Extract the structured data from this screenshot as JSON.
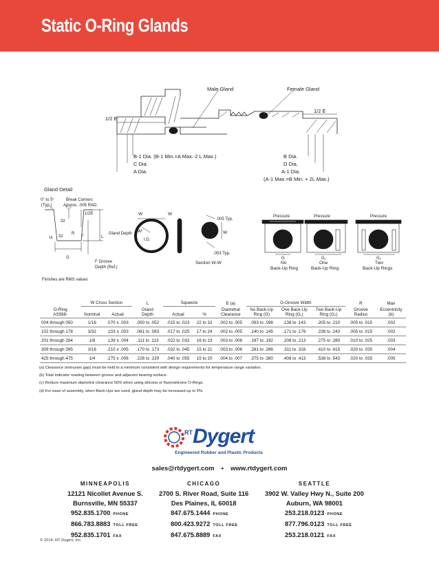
{
  "title": "Static O-Ring Glands",
  "gland_diagram": {
    "male_gland": "Male Gland",
    "female_gland": "Female Gland",
    "half_e_left": "1/2 E",
    "half_e_right": "1/2 E",
    "b1_dia": "B-1 Dia. (B-1 Min.=A Max.-2 L Max.)",
    "c_dia": "C Dia.",
    "a_dia": "A Dia.",
    "b_dia": "B Dia.",
    "d_dia": "D Dia.",
    "a1_dia": "A-1 Dia.",
    "a1_note": "(A-1 Max.=B Min. + 2L Max.)"
  },
  "gland_detail": {
    "title": "Gland Detail",
    "angle": "0° to 5°",
    "typ": "(Typ.)",
    "break_corners": "Break Corners",
    "approx_rad": "Approx. .005 RAD.",
    "half_e": "1/2E",
    "angle_32a": "32",
    "angle_32b": "32",
    "angle_16": "16",
    "r": "R",
    "f": "F",
    "l": "L",
    "gland_depth": "Gland Depth",
    "g": "G",
    "f_groove": "F Groove",
    "depth_ref": "Depth (Ref.)",
    "finish_note": "Finishes are RMS values"
  },
  "section_view": {
    "w1": "W",
    "w2": "W",
    "w3": "W",
    "w4": "W",
    "id": "I.D.",
    "typ_005": ".005 Typ.",
    "typ_003": ".003 Typ.",
    "section": "Section W-W"
  },
  "backup_rings": [
    {
      "pressure": "Pressure",
      "g": "G",
      "label1": "No",
      "label2": "Back-Up Ring"
    },
    {
      "pressure": "Pressure",
      "g": "G₁",
      "label1": "One",
      "label2": "Back-Up Ring"
    },
    {
      "pressure": "Pressure",
      "g": "G₂",
      "label1": "Two",
      "label2": "Back-Up Rings"
    }
  ],
  "table": {
    "group_w": "W Cross Section",
    "group_l": "L",
    "group_l2": "Gland",
    "group_l3": "Depth",
    "group_squeeze": "Squeeze",
    "group_e": "E (a)",
    "group_e2": "Diametral",
    "group_e3": "Clearance",
    "group_g": "G-Groove Width",
    "group_r": "R",
    "group_r2": "Groove",
    "group_r3": "Radius",
    "group_max": "Max",
    "group_max2": "Eccentricity",
    "group_max3": "(b)",
    "h_oring1": "O-Ring",
    "h_oring2": "AS568-",
    "h_nominal": "Nominal",
    "h_actual": "Actual",
    "h_sq_actual": "Actual",
    "h_sq_pct": "%",
    "h_g0a": "No Back-Up",
    "h_g0b": "Ring (G)",
    "h_g1a": "One Back-Up",
    "h_g1b": "Ring (G₁)",
    "h_g2a": "Two Back-Up",
    "h_g2b": "Ring (G₂)",
    "rows": [
      [
        "004 through 050",
        "1/16",
        ".070 ± .003",
        ".050 to .052",
        ".015 to .023",
        "22 to 32",
        ".002 to .005",
        ".093 to .098",
        ".138 to .143",
        ".205 to .210",
        ".005 to .015",
        ".002"
      ],
      [
        "102 through 178",
        "3/32",
        ".103 ± .003",
        ".081 to .083",
        ".017 to .025",
        "17 to 24",
        ".002 to .005",
        ".140 to .145",
        ".171 to .176",
        ".238 to .243",
        ".005 to .015",
        ".002"
      ],
      [
        "201 through 284",
        "1/8",
        ".139 ± .004",
        ".111 to .113",
        ".022 to .032",
        "16 to 23",
        ".003 to .006",
        ".187 to .192",
        ".208 to .213",
        ".275 to .280",
        ".010 to .025",
        ".003"
      ],
      [
        "309 through 395",
        "3/16",
        ".210 ± .005",
        ".170 to .173",
        ".032 to .045",
        "15 to 21",
        ".003 to .006",
        ".281 to .286",
        ".311 to .316",
        ".410 to .415",
        ".020 to .035",
        ".004"
      ],
      [
        "425 through 475",
        "1/4",
        ".275 ± .006",
        ".226 to .229",
        ".040 to .055",
        "15 to 20",
        ".004 to .007",
        ".375 to .380",
        ".408 to .413",
        ".538 to .543",
        ".020 to .035",
        ".005"
      ]
    ]
  },
  "notes": [
    "(a) Clearance (extrusion gap) must be held to a minimum consistent with design requirements for temperature range variation.",
    "(b) Total indicator reading between groove and adjacent bearing surface.",
    "(c) Reduce maximum diametral clearance 50% when using silicone or fluorosilicone O-Rings.",
    "(d) For ease of assembly, when Back-Ups are used, gland depth may be increased up to 5%."
  ],
  "logo": {
    "rt": "RT",
    "brand": "Dygert",
    "tagline": "Engineered Rubber and Plastic Products"
  },
  "contact": {
    "email": "sales@rtdygert.com",
    "sep": "•",
    "web": "www.rtdygert.com"
  },
  "offices": [
    {
      "city": "MINNEAPOLIS",
      "street": "12121 Nicollet Avenue S.",
      "citystate": "Burnsville, MN 55337",
      "phone": "952.835.1700",
      "phone_lbl": "PHONE",
      "tollfree": "866.783.8883",
      "tollfree_lbl": "TOLL FREE",
      "fax": "952.835.1701",
      "fax_lbl": "FAX"
    },
    {
      "city": "CHICAGO",
      "street": "2700 S. River Road, Suite 116",
      "citystate": "Des Plaines, IL 60018",
      "phone": "847.675.1444",
      "phone_lbl": "PHONE",
      "tollfree": "800.423.9272",
      "tollfree_lbl": "TOLL FREE",
      "fax": "847.675.8889",
      "fax_lbl": "FAX"
    },
    {
      "city": "SEATTLE",
      "street": "3902 W. Valley Hwy N., Suite 200",
      "citystate": "Auburn, WA 98001",
      "phone": "253.218.0123",
      "phone_lbl": "PHONE",
      "tollfree": "877.796.0123",
      "tollfree_lbl": "TOLL FREE",
      "fax": "253.218.0121",
      "fax_lbl": "FAX"
    }
  ],
  "copyright": "© 2014, RT Dygert, Inc.",
  "colors": {
    "header": "#e8483c",
    "brand_blue": "#1f4fa0",
    "brand_red": "#d9342b"
  }
}
